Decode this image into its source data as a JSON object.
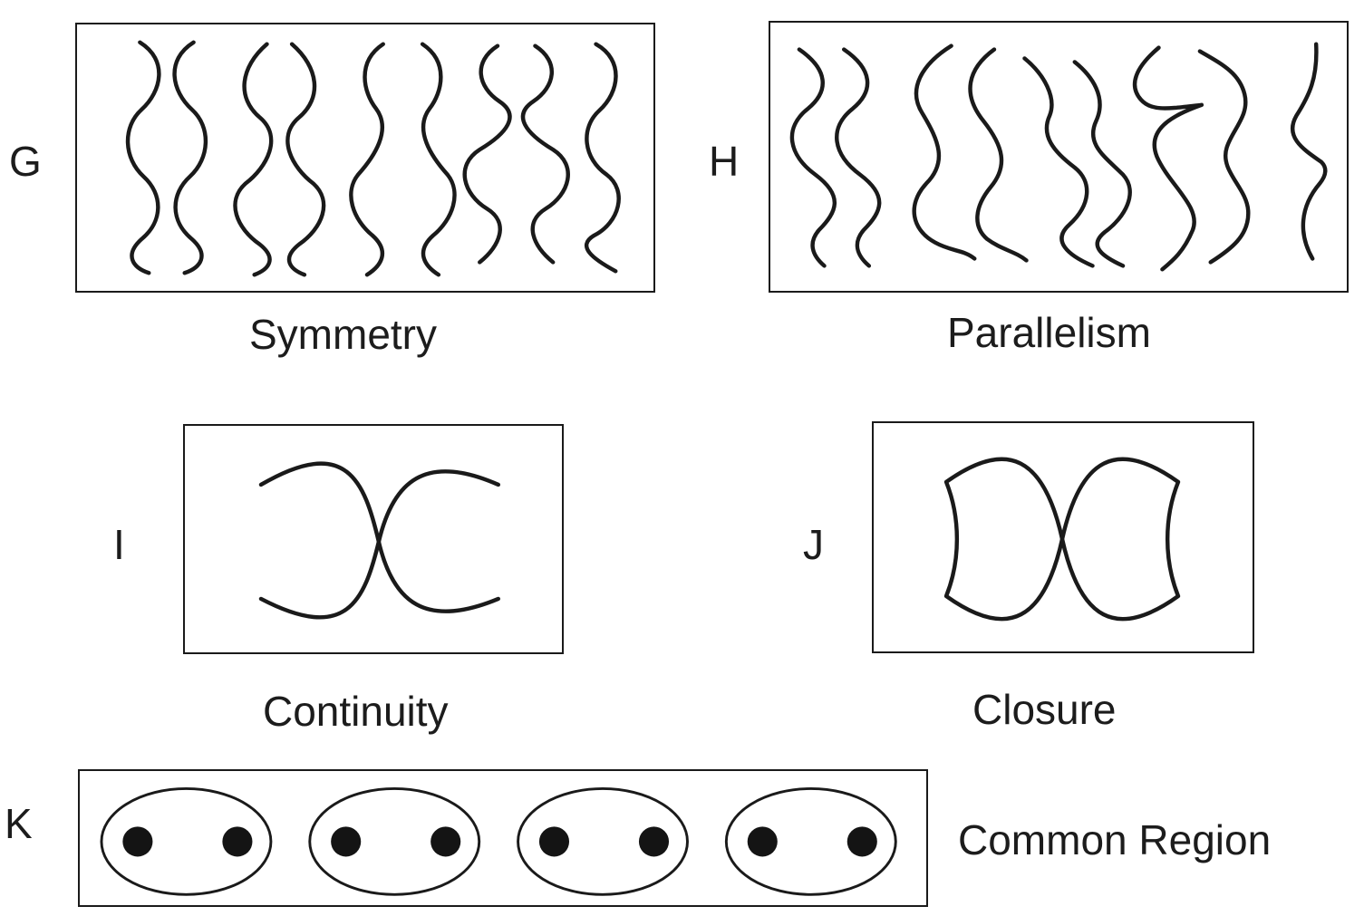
{
  "panels": {
    "g": {
      "letter": "G",
      "caption": "Symmetry"
    },
    "h": {
      "letter": "H",
      "caption": "Parallelism"
    },
    "i": {
      "letter": "I",
      "caption": "Continuity"
    },
    "j": {
      "letter": "J",
      "caption": "Closure"
    },
    "k": {
      "letter": "K",
      "caption": "Common Region"
    }
  }
}
